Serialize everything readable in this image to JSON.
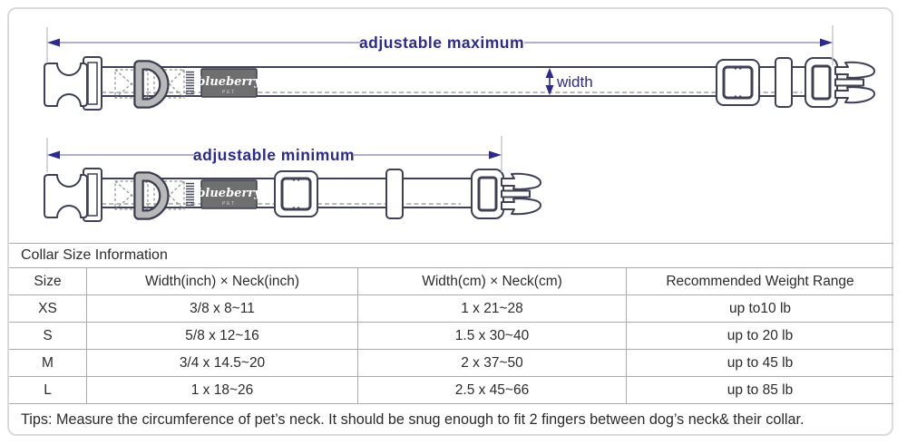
{
  "diagrams": {
    "max": {
      "dimension_label": "adjustable maximum",
      "width_label": "width",
      "brand": "blueberry",
      "brand_sub": "PET"
    },
    "min": {
      "dimension_label": "adjustable minimum",
      "brand": "blueberry",
      "brand_sub": "PET"
    }
  },
  "table": {
    "title": "Collar Size Information",
    "columns": [
      "Size",
      "Width(inch)  ×  Neck(inch)",
      "Width(cm)  ×  Neck(cm)",
      "Recommended Weight Range"
    ],
    "rows": [
      {
        "size": "XS",
        "inch": "3/8 x 8~11",
        "cm": "1 x 21~28",
        "weight": "up to10 lb"
      },
      {
        "size": "S",
        "inch": "5/8 x 12~16",
        "cm": "1.5 x 30~40",
        "weight": "up to 20 lb"
      },
      {
        "size": "M",
        "inch": "3/4 x 14.5~20",
        "cm": "2 x 37~50",
        "weight": "up to 45 lb"
      },
      {
        "size": "L",
        "inch": "1 x 18~26",
        "cm": "2.5 x 45~66",
        "weight": "up to 85 lb"
      }
    ],
    "tips": "Tips: Measure the circumference of pet’s neck. It should be snug enough to fit 2 fingers between dog’s neck& their collar."
  },
  "colors": {
    "dimension_accent": "#2b2b8e",
    "collar_outline": "#3f3f55",
    "table_border": "#ababab",
    "label_background": "#6f6f6f"
  }
}
